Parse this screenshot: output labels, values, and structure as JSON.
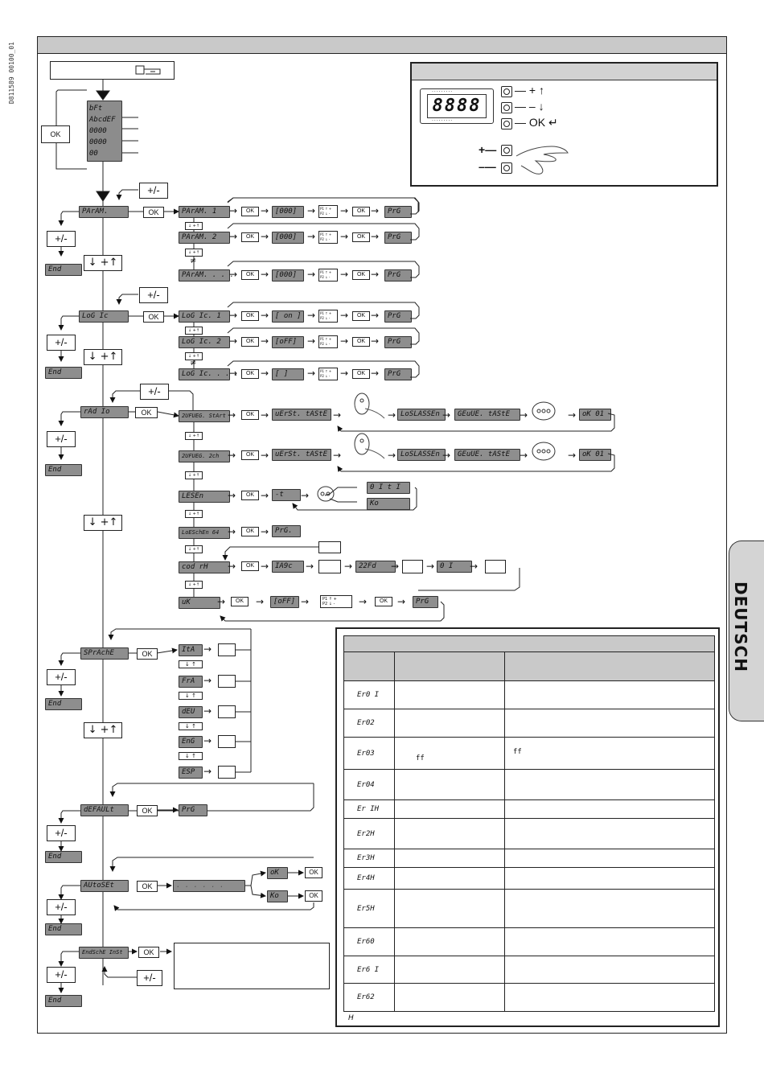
{
  "doc_code": "D811589 00100_01",
  "side_tab": "DEUTSCH",
  "display": {
    "digits": "8888",
    "plus_label": "+",
    "minus_label": "–",
    "ok_label": "OK"
  },
  "menu_root": {
    "ok": "OK",
    "items": [
      "bFt",
      "AbcdEF",
      "0000",
      "0000",
      "00"
    ]
  },
  "nav": {
    "plusminus": "+/-",
    "updown": "↓ +↑",
    "end": "End",
    "ok": "OK",
    "small_ud": "↓ +↑",
    "updown2": "↓  ↑"
  },
  "param": {
    "menu": "PArAM.",
    "rows": [
      {
        "name": "PArAM. 1",
        "val": "[000]",
        "prg": "PrG"
      },
      {
        "name": "PArAM. 2",
        "val": "[000]",
        "prg": "PrG"
      },
      {
        "name": "PArAM. . . .",
        "val": "[000]",
        "prg": "PrG"
      }
    ],
    "adj": "P1 ↑ +\nP2 ↓ -"
  },
  "logic": {
    "menu": "LoG Ic",
    "rows": [
      {
        "name": "LoG Ic. 1",
        "val": "[ on ]",
        "prg": "PrG"
      },
      {
        "name": "LoG Ic. 2",
        "val": "[oFF]",
        "prg": "PrG"
      },
      {
        "name": "LoG Ic. . . .",
        "val": "[     ]",
        "prg": "PrG"
      }
    ]
  },
  "radio": {
    "menu": "rAd Io",
    "zufueg_start": "2UFUEG. StArt",
    "zufueg_2ch": "2UFUEG. 2ch",
    "verst": "uErSt. tAStE",
    "loslassen": "LoSLASSEn",
    "geuue": "GEuUE. tAStE",
    "ok01": "oK 01",
    "lesen": "LESEn",
    "lesen_val": "-t",
    "lesen_ok": "0 I t I",
    "lesen_ko": "Ko",
    "loeschen": "LoESchEn 64",
    "loeschen_prg": "PrG.",
    "codrh": "cod rH",
    "code1": "IA9c",
    "code2": "22Fd",
    "code3": "0 I",
    "uk": "uK",
    "uk_val": "[oFF]",
    "uk_prg": "PrG"
  },
  "sprache": {
    "menu": "SPrAchE",
    "langs": [
      "ItA",
      "FrA",
      "dEU",
      "EnG",
      "ESP"
    ]
  },
  "default": {
    "menu": "dEFAULt",
    "prg": "PrG"
  },
  "autoset": {
    "menu": "AUtoSEt",
    "progress": ". . .      . . .",
    "ok": "oK",
    "ko": "Ko"
  },
  "endschl": {
    "menu": "EndSchE InSt"
  },
  "errors": {
    "codes": [
      "Er0 I",
      "Er02",
      "Er03",
      "Er04",
      "Er IH",
      "Er2H",
      "Er3H",
      "Er4H",
      "Er5H",
      "Er60",
      "Er6 I",
      "Er62"
    ],
    "er03_col2": "ff",
    "er03_col3": "ff",
    "footnote": "H"
  }
}
